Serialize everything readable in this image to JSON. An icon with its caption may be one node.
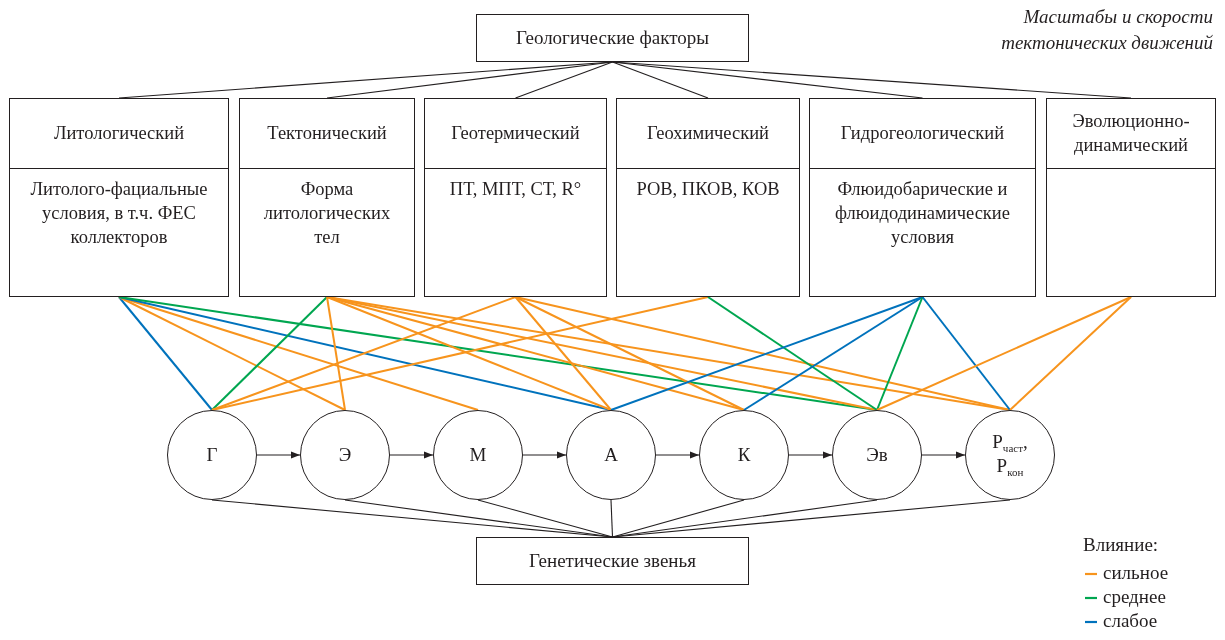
{
  "diagram": {
    "nodes": [
      {
        "text": [
          "Геологические факторы"
        ]
      },
      {
        "text": [
          "Литологический",
          "Литолого-фациальные условия, в т.ч. ФЕС коллекторов"
        ]
      },
      {
        "text": [
          "Тектонический",
          "Форма литологических тел"
        ]
      },
      {
        "text": [
          "Геотермический",
          "ПТ, МПТ, СТ, R°"
        ]
      },
      {
        "text": [
          "Геохимический",
          "РОВ, ПКОВ, КОВ"
        ]
      },
      {
        "text": [
          "Гидрогеологический",
          "Флюидобарические и флюидодинамические условия"
        ]
      },
      {
        "text": [
          "Эволюционно-динамический"
        ]
      },
      {
        "text": [
          "Г"
        ]
      },
      {
        "text": [
          "Э"
        ]
      },
      {
        "text": [
          "М"
        ]
      },
      {
        "text": [
          "А"
        ]
      },
      {
        "text": [
          "К"
        ]
      },
      {
        "text": [
          "Эв"
        ]
      },
      {
        "text": [
          "Р$_{част}$, Р$_{кон}$"
        ]
      },
      {
        "text": [
          "Генетические звенья"
        ]
      }
    ],
    "edges": [
      {
        "from": 0,
        "to": 1,
        "arrow": "none"
      },
      {
        "from": 0,
        "to": 2,
        "arrow": "none"
      },
      {
        "from": 0,
        "to": 3,
        "arrow": "none"
      },
      {
        "from": 0,
        "to": 4,
        "arrow": "none"
      },
      {
        "from": 0,
        "to": 5,
        "arrow": "none"
      },
      {
        "from": 0,
        "to": 6,
        "arrow": "none"
      },
      {
        "from": 1,
        "to": 7,
        "arrow": "none",
        "color": "#0072bc"
      },
      {
        "from": 1,
        "to": 8,
        "arrow": "none",
        "color": "#f7941d"
      },
      {
        "from": 1,
        "to": 9,
        "arrow": "none",
        "color": "#f7941d"
      },
      {
        "from": 1,
        "to": 10,
        "arrow": "none",
        "color": "#0072bc"
      },
      {
        "from": 1,
        "to": 12,
        "arrow": "none",
        "color": "#00a650"
      },
      {
        "from": 2,
        "to": 7,
        "arrow": "none",
        "color": "#00a650"
      },
      {
        "from": 2,
        "to": 8,
        "arrow": "none",
        "color": "#f7941d"
      },
      {
        "from": 2,
        "to": 10,
        "arrow": "none",
        "color": "#f7941d"
      },
      {
        "from": 2,
        "to": 11,
        "arrow": "none",
        "color": "#f7941d"
      },
      {
        "from": 2,
        "to": 12,
        "arrow": "none",
        "color": "#f7941d"
      },
      {
        "from": 2,
        "to": 13,
        "arrow": "none",
        "color": "#f7941d"
      },
      {
        "from": 3,
        "to": 7,
        "arrow": "none",
        "color": "#f7941d"
      },
      {
        "from": 3,
        "to": 10,
        "arrow": "none",
        "color": "#f7941d"
      },
      {
        "from": 3,
        "to": 11,
        "arrow": "none",
        "color": "#f7941d"
      },
      {
        "from": 3,
        "to": 13,
        "arrow": "none",
        "color": "#f7941d"
      },
      {
        "from": 4,
        "to": 7,
        "arrow": "none",
        "color": "#f7941d"
      },
      {
        "from": 4,
        "to": 12,
        "arrow": "none",
        "color": "#00a650"
      },
      {
        "from": 5,
        "to": 10,
        "arrow": "none",
        "color": "#0072bc"
      },
      {
        "from": 5,
        "to": 11,
        "arrow": "none",
        "color": "#0072bc"
      },
      {
        "from": 5,
        "to": 12,
        "arrow": "none",
        "color": "#00a650"
      },
      {
        "from": 5,
        "to": 13,
        "arrow": "none",
        "color": "#0072bc"
      },
      {
        "from": 6,
        "to": 12,
        "arrow": "none",
        "color": "#f7941d"
      },
      {
        "from": 6,
        "to": 13,
        "arrow": "none",
        "color": "#f7941d"
      },
      {
        "from": 7,
        "to": 8,
        "arrow": "to"
      },
      {
        "from": 8,
        "to": 9,
        "arrow": "to"
      },
      {
        "from": 9,
        "to": 10,
        "arrow": "to"
      },
      {
        "from": 10,
        "to": 11,
        "arrow": "to"
      },
      {
        "from": 11,
        "to": 12,
        "arrow": "to"
      },
      {
        "from": 12,
        "to": 13,
        "arrow": "to"
      },
      {
        "from": 7,
        "to": 14,
        "arrow": "none"
      },
      {
        "from": 8,
        "to": 14,
        "arrow": "none"
      },
      {
        "from": 9,
        "to": 14,
        "arrow": "none"
      },
      {
        "from": 10,
        "to": 14,
        "arrow": "none"
      },
      {
        "from": 11,
        "to": 14,
        "arrow": "none"
      },
      {
        "from": 12,
        "to": 14,
        "arrow": "none"
      },
      {
        "from": 13,
        "to": 14,
        "arrow": "none"
      }
    ],
    "labels": [
      "Масштабы и скорости тектонических движений",
      "Влияние:"
    ],
    "legend": [
      {
        "text": "сильное"
      },
      {
        "text": "среднее"
      },
      {
        "text": "слабое"
      }
    ]
  }
}
